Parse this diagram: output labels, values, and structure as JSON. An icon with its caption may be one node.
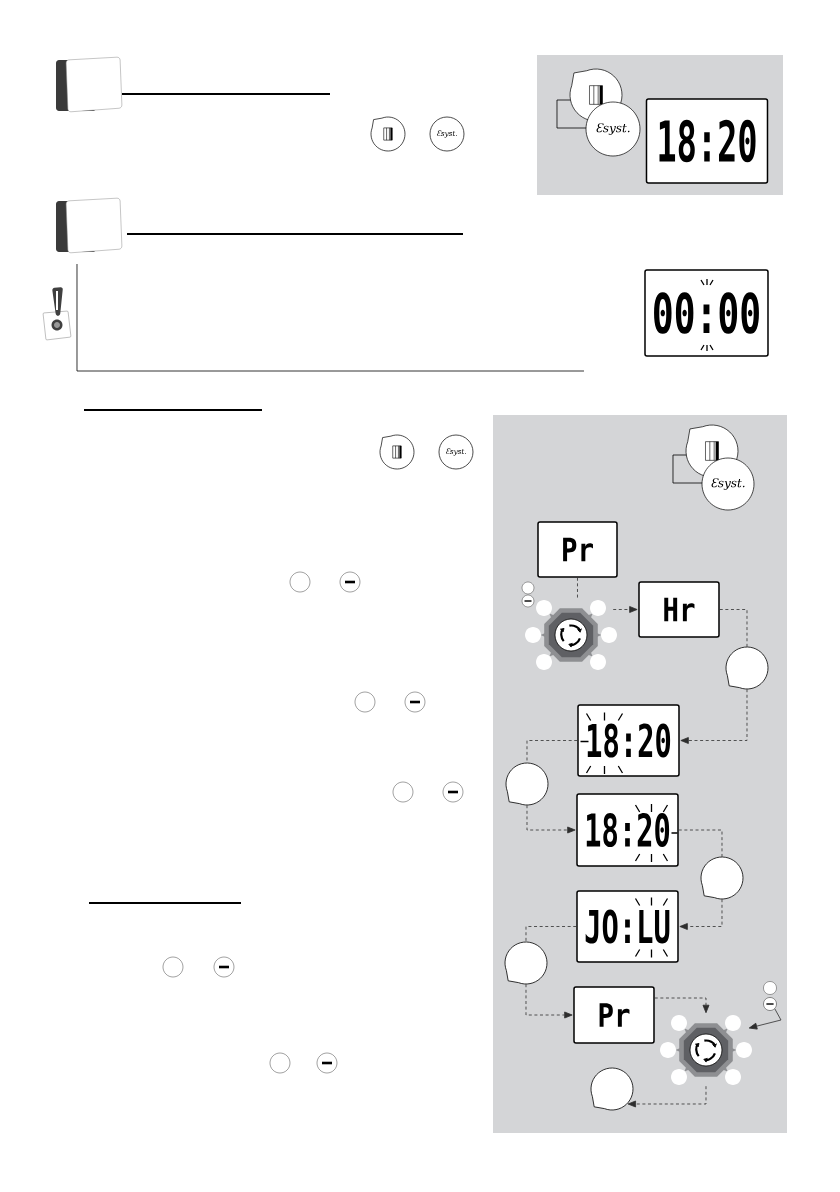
{
  "diagram": {
    "nodes": [
      {
        "text": [
          "Ɛsyst."
        ]
      },
      {
        "text": [],
        "shape": "box"
      },
      {
        "text": [
          "Ɛsyst."
        ],
        "in": 1
      },
      {
        "text": [
          "18:20"
        ],
        "in": 1
      },
      {
        "text": [
          "00:00"
        ]
      },
      {
        "text": [
          "Ɛsyst."
        ]
      },
      {
        "text": [],
        "shape": "box"
      },
      {
        "text": [
          "Ɛsyst."
        ],
        "in": 6
      },
      {
        "text": [
          "Pr"
        ],
        "in": 6
      },
      {
        "text": [],
        "shape": "picture",
        "in": 6
      },
      {
        "text": [
          "Hr"
        ],
        "in": 6
      },
      {
        "text": [],
        "shape": "circle",
        "in": 6
      },
      {
        "text": [
          "18:20"
        ],
        "in": 6
      },
      {
        "text": [],
        "shape": "circle",
        "in": 6
      },
      {
        "text": [
          "18:20"
        ],
        "in": 6
      },
      {
        "text": [],
        "shape": "circle",
        "in": 6
      },
      {
        "text": [
          "JO:LU"
        ],
        "in": 6
      },
      {
        "text": [],
        "shape": "circle",
        "in": 6
      },
      {
        "text": [
          "Pr"
        ],
        "in": 6
      },
      {
        "text": [],
        "shape": "circle",
        "in": 6
      },
      {
        "text": [],
        "shape": "picture",
        "in": 6
      },
      {
        "text": [],
        "shape": "circle",
        "in": 6
      }
    ],
    "edges": [
      {
        "from": 8,
        "to": 9,
        "arrow": "none",
        "style": "dashed"
      },
      {
        "from": 9,
        "to": 10,
        "arrow": "to",
        "style": "dashed"
      },
      {
        "from": 10,
        "to": 11,
        "arrow": "none",
        "style": "dashed"
      },
      {
        "from": 11,
        "to": 12,
        "arrow": "to",
        "style": "dashed"
      },
      {
        "from": 12,
        "to": 13,
        "arrow": "none",
        "style": "dashed"
      },
      {
        "from": 13,
        "to": 14,
        "arrow": "to",
        "style": "dashed"
      },
      {
        "from": 14,
        "to": 15,
        "arrow": "none",
        "style": "dashed"
      },
      {
        "from": 15,
        "to": 16,
        "arrow": "to",
        "style": "dashed"
      },
      {
        "from": 16,
        "to": 17,
        "arrow": "none",
        "style": "dashed"
      },
      {
        "from": 17,
        "to": 18,
        "arrow": "to",
        "style": "dashed"
      },
      {
        "from": 18,
        "to": 20,
        "arrow": "to",
        "style": "dashed"
      },
      {
        "from": 20,
        "to": 21,
        "arrow": "to",
        "style": "dashed"
      },
      {
        "from": 19,
        "to": 20,
        "arrow": "to"
      }
    ]
  }
}
